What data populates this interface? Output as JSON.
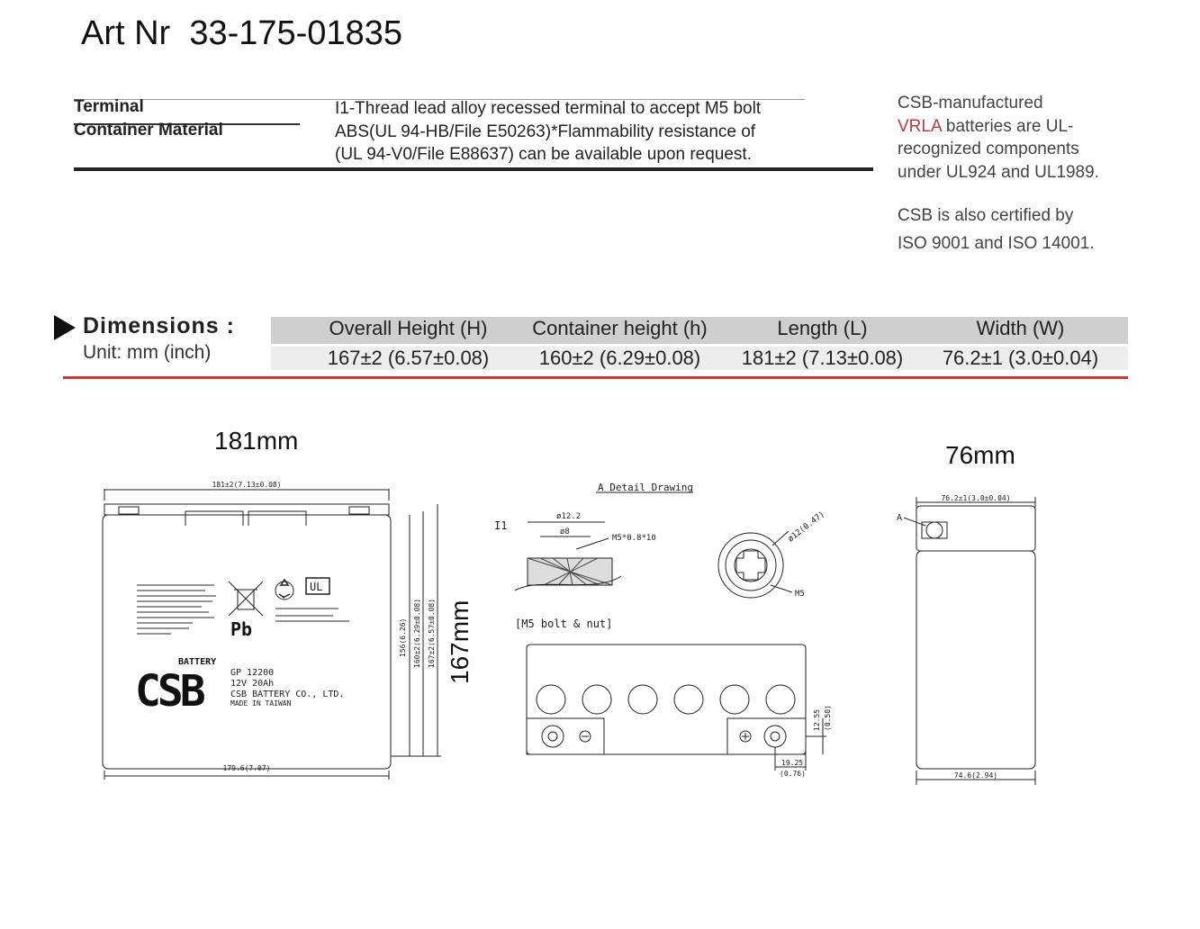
{
  "header": {
    "title": "Art Nr  33-175-01835"
  },
  "specs": [
    {
      "label": "Terminal",
      "value": "I1-Thread lead alloy recessed terminal to accept M5 bolt"
    },
    {
      "label": "Container Material",
      "value_line1": "ABS(UL 94-HB/File E50263)*Flammability resistance of",
      "value_line2": "(UL 94-V0/File E88637) can be available upon request."
    }
  ],
  "notes": {
    "note1_line1": "CSB-manufactured",
    "note1_accent": "VRLA",
    "note1_line2_rest": " batteries are UL-",
    "note1_line3": "recognized components",
    "note1_line4": "under UL924 and UL1989.",
    "note2_line1": "CSB is also certified by",
    "note2_line2": "ISO 9001 and ISO 14001.",
    "accent_color": "#b43c3c"
  },
  "dimensions": {
    "title": "Dimensions :",
    "unit": "Unit: mm (inch)",
    "columns": [
      {
        "header": "Overall Height (H)",
        "value": "167±2 (6.57±0.08)"
      },
      {
        "header": "Container height (h)",
        "value": "160±2 (6.29±0.08)"
      },
      {
        "header": "Length (L)",
        "value": "181±2 (7.13±0.08)"
      },
      {
        "header": "Width (W)",
        "value": "76.2±1 (3.0±0.04)"
      }
    ]
  },
  "drawing": {
    "length_label": "181mm",
    "height_label": "167mm",
    "width_label": "76mm",
    "front": {
      "top_dim": "181±2(7.13±0.08)",
      "bottom_dim": "179.6(7.07)",
      "dim_156": "156(6.26)",
      "dim_160": "160±2(6.29±0.08)",
      "dim_167": "167±2(6.57±0.08)",
      "battery_word": "BATTERY",
      "model": "GP 12200",
      "rating": "12V 20Ah",
      "company": "CSB BATTERY CO., LTD.",
      "origin": "MADE IN TAIWAN",
      "pb": "Pb"
    },
    "detail": {
      "title": "A Detail Drawing",
      "terminal": "I1",
      "d122": "ø12.2",
      "d8": "ø8",
      "thread": "M5*0.8*10",
      "bolt": "[M5 bolt & nut]",
      "d12": "ø12(0.47)",
      "m5": "M5"
    },
    "top_view": {
      "dim_1255": "12.55",
      "dim_050": "(0.50)",
      "dim_1925": "19.25",
      "dim_076": "(0.76)"
    },
    "side": {
      "top_dim": "76.2±1(3.0±0.04)",
      "bottom_dim": "74.6(2.94)",
      "marker": "A"
    }
  }
}
